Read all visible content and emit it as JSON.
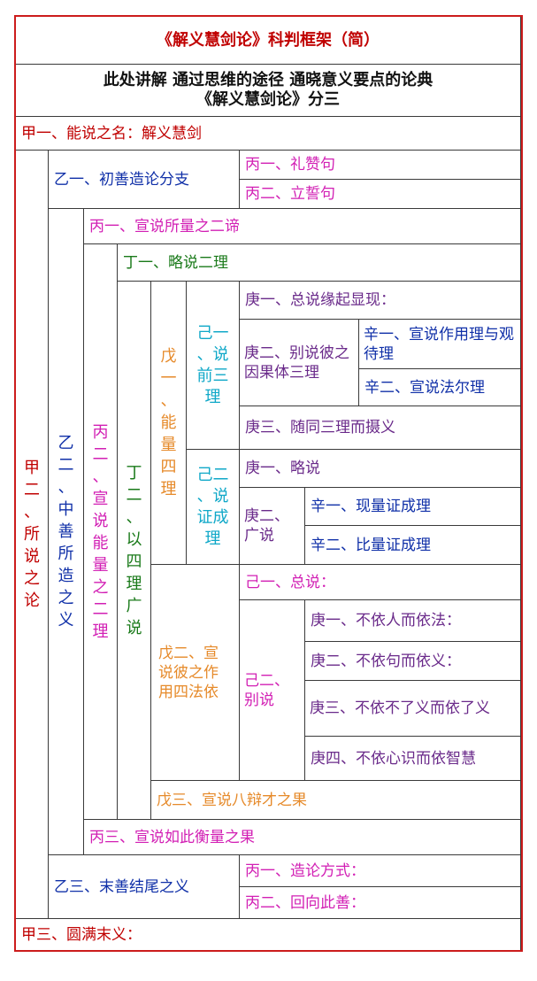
{
  "title": "《解义慧剑论》科判框架（简）",
  "subtitle_line1": "此处讲解 通过思维的途径 通晓意义要点的论典",
  "subtitle_line2": "《解义慧剑论》分三",
  "rows": {
    "jia1": "甲一、能说之名：解义慧剑",
    "jia2": "甲二、所说之论",
    "yi1": "乙一、初善造论分支",
    "bing1_1": "丙一、礼赞句",
    "bing1_2": "丙二、立誓句",
    "yi2": "乙二、中善所造之义",
    "bing2_1": "丙一、宣说所量之二谛",
    "bing2_2": "丙二、宣说能量之二理",
    "ding1": "丁一、略说二理",
    "ding2": "丁二、以四理广说",
    "wu1": "戊一、能量四理",
    "ji1": "己一、说前三理",
    "geng1_1": "庚一、总说缘起显现：",
    "geng1_2": "庚二、别说彼之因果体三理",
    "xin1_1": "辛一、宣说作用理与观待理",
    "xin1_2": "辛二、宣说法尔理",
    "geng1_3": "庚三、随同三理而摄义",
    "ji2": "己二、说证成理",
    "geng2_1": "庚一、略说",
    "geng2_2": "庚二、广说",
    "xin2_1": "辛一、现量证成理",
    "xin2_2": "辛二、比量证成理",
    "wu2": "戊二、宣说彼之作用四法依",
    "ji_zong": "己一、总说：",
    "ji_bie": "己二、别说",
    "geng3_1": "庚一、不依人而依法：",
    "geng3_2": "庚二、不依句而依义：",
    "geng3_3": "庚三、不依不了义而依了义",
    "geng3_4": "庚四、不依心识而依智慧",
    "wu3": "戊三、宣说八辩才之果",
    "bing2_3": "丙三、宣说如此衡量之果",
    "yi3": "乙三、末善结尾之义",
    "bing3_1": "丙一、造论方式：",
    "bing3_2": "丙二、回向此善：",
    "jia3": "甲三、圆满末义："
  },
  "colors": {
    "frame": "#cc1c1c",
    "jia": "#c00000",
    "yi": "#1030a8",
    "bing": "#d21fb4",
    "ding": "#1a7a1a",
    "wu": "#e68a2a",
    "ji": "#10a8c8",
    "geng": "#6a2a8a",
    "xin": "#1030a8"
  }
}
